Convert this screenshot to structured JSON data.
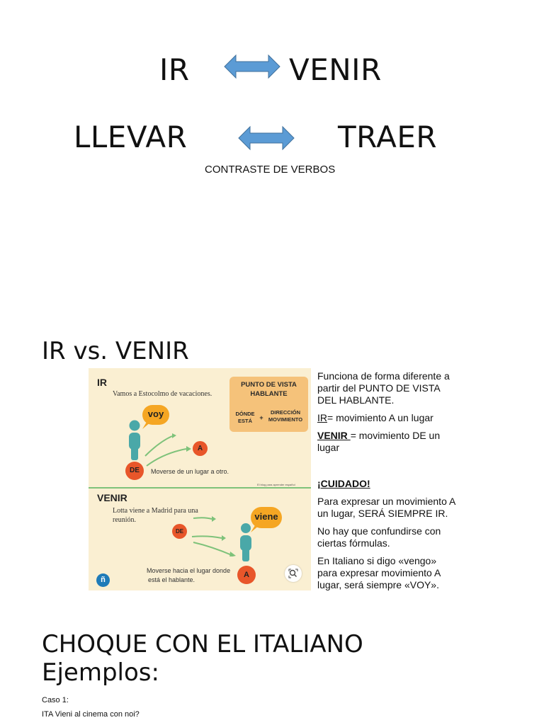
{
  "title_row1": {
    "left": "IR",
    "right": "VENIR"
  },
  "title_row2": {
    "left": "LLEVAR",
    "right": "TRAER"
  },
  "subtitle": "CONTRASTE DE VERBOS",
  "section1_heading": "IR vs. VENIR",
  "infographic": {
    "ir_label": "IR",
    "ir_sentence": "Vamos a Estocolmo de vacaciones.",
    "box_title_line1": "PUNTO DE VISTA",
    "box_title_line2": "HABLANTE",
    "box_donde_line1": "DÓNDE",
    "box_donde_line2": "ESTÁ",
    "box_plus": "+",
    "box_dir_line1": "DIRECCIÓN",
    "box_dir_line2": "MOVIMIENTO",
    "bubble_voy": "voy",
    "circle_de_1": "DE",
    "circle_a_1": "A",
    "ir_caption": "Moverse de un lugar a otro.",
    "credit": "El blog para aprender español",
    "venir_label": "VENIR",
    "venir_sentence_line1": "Lotta viene a Madrid para una",
    "venir_sentence_line2": "reunión.",
    "bubble_viene": "viene",
    "circle_de_2": "DE",
    "circle_a_2": "A",
    "venir_caption_line1": "Moverse hacia el lugar donde",
    "venir_caption_line2": "está el hablante.",
    "logo": "ñ",
    "colors": {
      "background": "#faefd2",
      "accent_orange": "#f5a623",
      "circle_red": "#e8562a",
      "person_teal": "#4aa8a8",
      "arrow_green": "#7ec27a"
    }
  },
  "sidebar": {
    "p1": "Funciona de forma diferente a partir del PUNTO DE VISTA DEL HABLANTE.",
    "ir_term": "IR",
    "ir_def": "= movimiento A un lugar",
    "venir_term": "VENIR ",
    "venir_def": "= movimiento DE un lugar",
    "cuidado": "¡CUIDADO!",
    "p2": "Para expresar un movimiento A un lugar, SERÁ SIEMPRE IR.",
    "p3": "No hay que confundirse con ciertas fórmulas.",
    "p4": "En Italiano si digo «vengo» para expresar movimiento A lugar, será siempre «VOY»."
  },
  "section2_heading_line1": "CHOQUE CON EL ITALIANO",
  "section2_heading_line2": "Ejemplos:",
  "case1_label": "Caso 1:",
  "case1_ita": "ITA  Vieni al cinema con noi?",
  "arrow_color": "#5b9bd5"
}
